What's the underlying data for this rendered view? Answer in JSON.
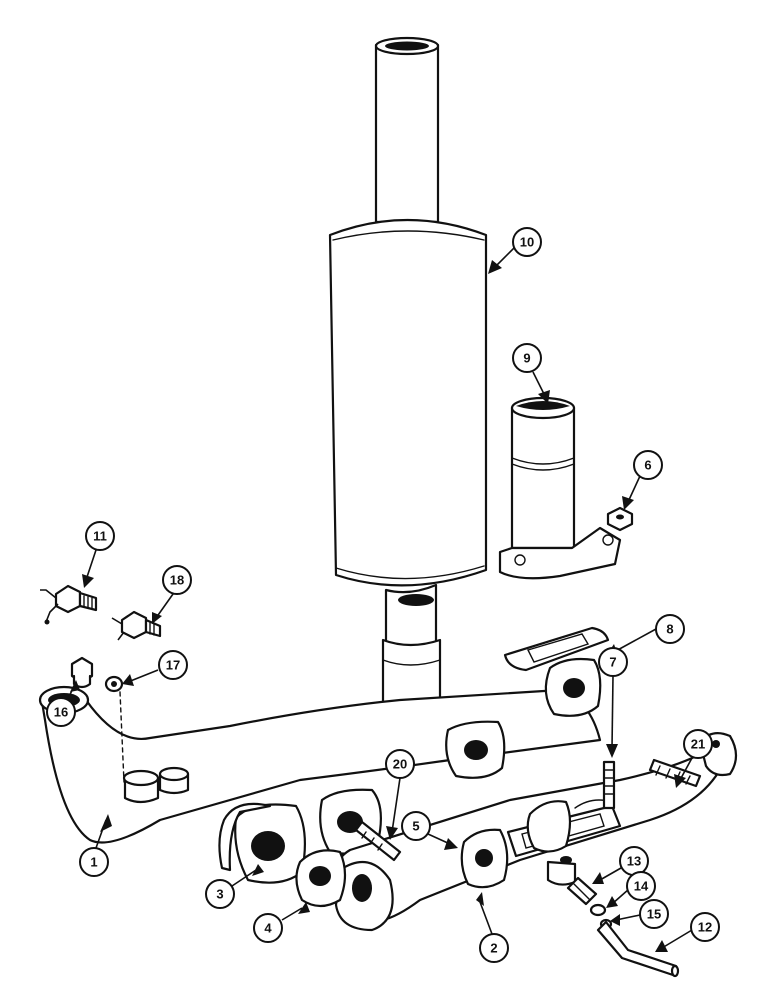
{
  "callouts": [
    {
      "id": "1",
      "label": "1"
    },
    {
      "id": "2",
      "label": "2"
    },
    {
      "id": "3",
      "label": "3"
    },
    {
      "id": "4",
      "label": "4"
    },
    {
      "id": "5",
      "label": "5"
    },
    {
      "id": "6",
      "label": "6"
    },
    {
      "id": "7",
      "label": "7"
    },
    {
      "id": "8",
      "label": "8"
    },
    {
      "id": "9",
      "label": "9"
    },
    {
      "id": "10",
      "label": "10"
    },
    {
      "id": "11",
      "label": "11"
    },
    {
      "id": "12",
      "label": "12"
    },
    {
      "id": "13",
      "label": "13"
    },
    {
      "id": "14",
      "label": "14"
    },
    {
      "id": "15",
      "label": "15"
    },
    {
      "id": "16",
      "label": "16"
    },
    {
      "id": "17",
      "label": "17"
    },
    {
      "id": "18",
      "label": "18"
    },
    {
      "id": "20",
      "label": "20"
    },
    {
      "id": "21",
      "label": "21"
    }
  ],
  "colors": {
    "ink": "#111111",
    "paper": "#ffffff"
  }
}
